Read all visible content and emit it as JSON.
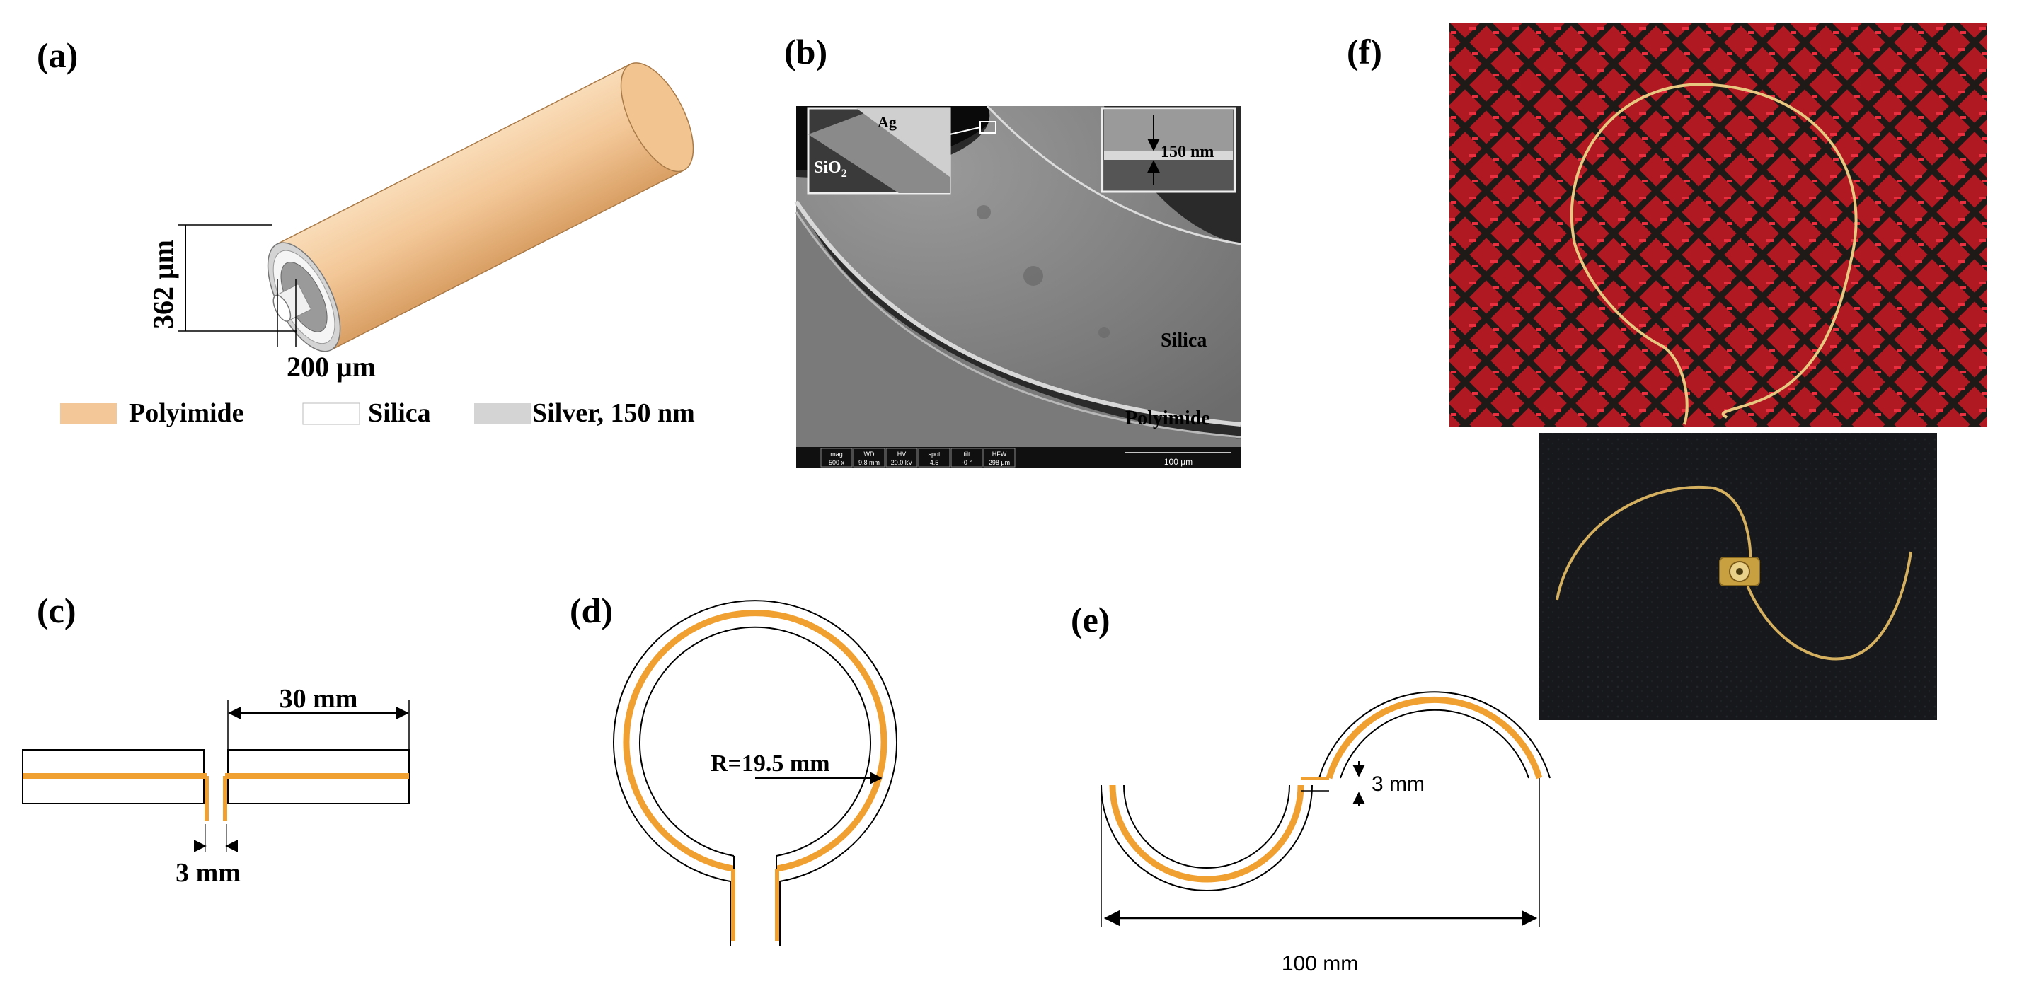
{
  "panels": {
    "a": {
      "label": "(a)",
      "dim_outer": "362 μm",
      "dim_inner": "200 μm",
      "legend": [
        {
          "name": "Polyimide",
          "color": "#f3c797"
        },
        {
          "name": "Silica",
          "color": "#ffffff"
        },
        {
          "name": "Silver, 150 nm",
          "color": "#d4d4d4"
        }
      ]
    },
    "b": {
      "label": "(b)",
      "inset_left_top": "Ag",
      "inset_left_bottom": "SiO",
      "inset_left_bottom_sub": "2",
      "inset_right": "150 nm",
      "silica": "Silica",
      "polyimide": "Polyimide",
      "scale_bar": "100 μm",
      "info_cells": [
        "mag",
        "WD",
        "HV",
        "spot",
        "tilt",
        "HFW"
      ],
      "info_values": [
        "500 x",
        "9.8 mm",
        "20.0 kV",
        "4.5",
        "-0 °",
        "298 μm"
      ]
    },
    "c": {
      "label": "(c)",
      "length": "30 mm",
      "gap": "3 mm"
    },
    "d": {
      "label": "(d)",
      "radius": "R=19.5 mm"
    },
    "e": {
      "label": "(e)",
      "gap": "3 mm",
      "span": "100 mm"
    },
    "f": {
      "label": "(f)"
    }
  },
  "colors": {
    "orange": "#f0a030",
    "polyimide": "#f3c797",
    "fabric_red": "#c8202a",
    "fabric_black": "#14161a"
  }
}
